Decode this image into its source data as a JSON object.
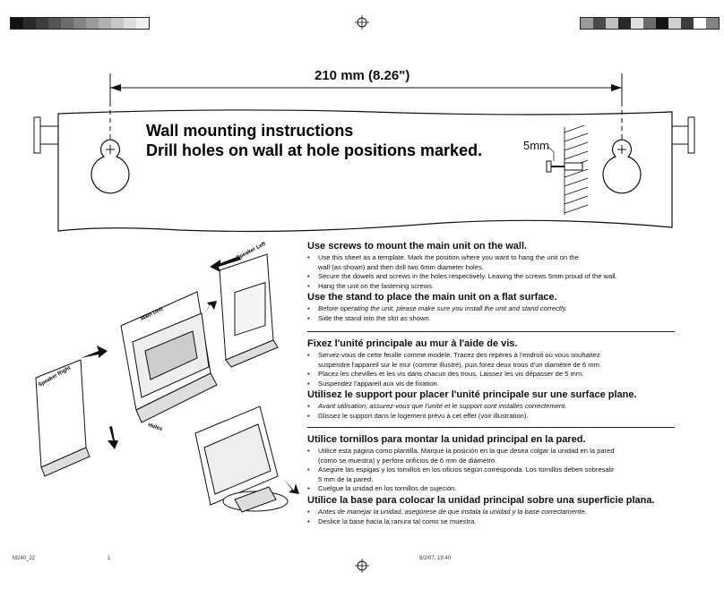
{
  "header": {
    "dimension_label": "210 mm (8.26\")",
    "title_line1": "Wall mounting instructions",
    "title_line2": "Drill holes on wall at hole positions marked.",
    "screw_label": "5mm"
  },
  "illustration": {
    "speaker_left": "Speaker Left",
    "main_unit": "Main Unit",
    "speaker_right": "Speaker Right",
    "holes": "Holes"
  },
  "sections": [
    {
      "heading": "Use screws to mount the main unit on the wall.",
      "items": [
        {
          "text": "Use this sheet as a template. Mark the position where you want to hang the unit on the",
          "italic": false
        },
        {
          "text": "wall (as shown) and then drill two 6mm diameter holes.",
          "italic": false,
          "cont": true
        },
        {
          "text": "Secure the dowels and screws in the holes respectively. Leaving the screws 5mm proud of the wall.",
          "italic": false
        },
        {
          "text": "Hang the unit on the fastening screws.",
          "italic": false
        }
      ]
    },
    {
      "heading": "Use the stand to place the main unit on a flat surface.",
      "items": [
        {
          "text": "Before operating the unit, please make sure you install the unit and stand correctly.",
          "italic": true
        },
        {
          "text": "Side the stand into the slot as shown.",
          "italic": false
        }
      ]
    },
    {
      "heading": "Fixez l'unité principale au mur à l'aide de vis.",
      "items": [
        {
          "text": "Servez-vous de cette feuille comme modèle. Tracez des repères à l'endroit où vous souhaitez",
          "italic": false
        },
        {
          "text": "suspendre l'appareil sur le mur (comme illustré), puis forez deux trous d'un diamètre de 6 mm.",
          "italic": false,
          "cont": true
        },
        {
          "text": "Placez les chevilles et les vis dans chacun des trous. Laissez les vis dépasser de 5 mm.",
          "italic": false
        },
        {
          "text": "Suspendez l'appareil aux vis de fixation.",
          "italic": false
        }
      ]
    },
    {
      "heading": "Utilisez le support pour placer l'unité principale sur une surface plane.",
      "items": [
        {
          "text": "Avant utilisation, assurez-vous que l'unité et le support sont installés correctement.",
          "italic": true
        },
        {
          "text": "Glissez le support dans le logement prévu à cet effet (voir illustration).",
          "italic": false
        }
      ]
    },
    {
      "heading": "Utilice tornillos para montar la unidad principal en la pared.",
      "items": [
        {
          "text": "Utilice esta página como plantilla. Marque la posición en la que desea colgar la unidad en la pared",
          "italic": false
        },
        {
          "text": "(como se muestra) y perfore orificios de 6 mm de diámetro.",
          "italic": false,
          "cont": true
        },
        {
          "text": "Asegure las espigas y los tornillos en los oficios según corresponda. Los tornillos deben sobresalir",
          "italic": false
        },
        {
          "text": "5 mm de la pared.",
          "italic": false,
          "cont": true
        },
        {
          "text": "Cuelgue la unidad en los tornillos de sujeción.",
          "italic": false
        }
      ]
    },
    {
      "heading": "Utilice la base para colocar la unidad principal sobre una superficie plana.",
      "items": [
        {
          "text": "Antes de manejar la unidad, asegúrese de que instala la unidad y la base correctamente.",
          "italic": true
        },
        {
          "text": "Deslice la base hacia la ranura tal como se muestra.",
          "italic": false
        }
      ]
    }
  ],
  "footer": {
    "code": "M240_22",
    "page": "1",
    "date": "8/2/07, 19:40"
  },
  "colors": {
    "ink": "#111111",
    "calibration_left": [
      "#111111",
      "#2a2a2a",
      "#3d3d3d",
      "#545454",
      "#6b6b6b",
      "#838383",
      "#9a9a9a",
      "#b1b1b1",
      "#c8c8c8",
      "#dedede",
      "#f0f0f0"
    ],
    "calibration_right": [
      "#9a9a9a",
      "#4a4a4a",
      "#bfbfbf",
      "#2a2a2a",
      "#e0e0e0",
      "#6b6b6b",
      "#151515",
      "#d0d0d0",
      "#3d3d3d",
      "#ffffff",
      "#838383"
    ]
  }
}
